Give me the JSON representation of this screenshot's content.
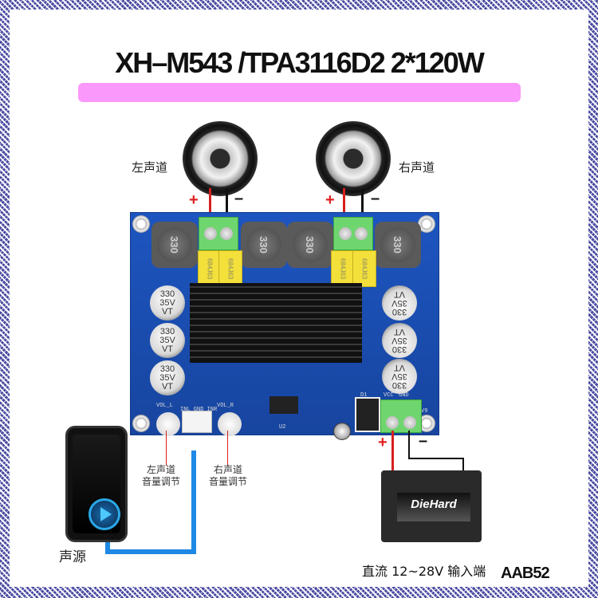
{
  "title": "XH–M543 /TPA3116D2 2*120W",
  "banner_color": "#fb98fb",
  "speakers": {
    "left_label": "左声道",
    "right_label": "右声道",
    "plus": "+",
    "minus": "–"
  },
  "board": {
    "inductor_marking": "330",
    "film_cap_marking": "684J63",
    "electrolytic": {
      "line1": "330",
      "line2": "35V",
      "line3": "VT"
    },
    "labels": {
      "vol_l": "VOL_L",
      "vol_r": "VOL_R",
      "input_header": "INL GND INR",
      "vcc": "VCC",
      "gnd": "GND",
      "u2": "U2",
      "d1": "D1",
      "v9": "V9"
    }
  },
  "annotations": {
    "left_volume": {
      "line1": "左声道",
      "line2": "音量调节"
    },
    "right_volume": {
      "line1": "右声道",
      "line2": "音量调节"
    },
    "source": "声源"
  },
  "power": {
    "plus": "+",
    "minus": "–",
    "battery_brand": "DieHard",
    "input_text": "直流 12~28V 输入端"
  },
  "code": "AAB52",
  "colors": {
    "pcb": "#1d55c0",
    "wire_positive": "#d62020",
    "wire_negative": "#111111",
    "audio_cable": "#1e88e5",
    "terminal": "#6fd66f"
  }
}
